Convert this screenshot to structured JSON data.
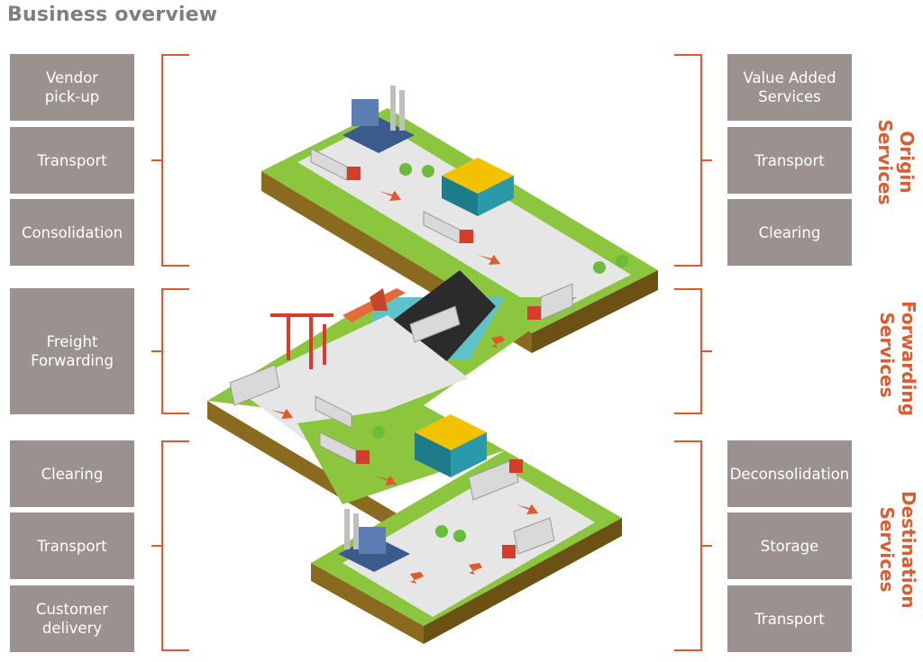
{
  "title": "Business overview",
  "colors": {
    "box": "#9b918e",
    "bracket": "#e05a2b",
    "label": "#e05a2b",
    "grass": "#8cc63f",
    "road": "#e6e6e6",
    "soil": "#8a6a1e",
    "water": "#5ec3c9"
  },
  "left_boxes": [
    "Vendor\npick-up",
    "Transport",
    "Consolidation",
    "Freight\nForwarding",
    "Clearing",
    "Transport",
    "Customer\ndelivery"
  ],
  "right_boxes": [
    "Value Added\nServices",
    "Transport",
    "Clearing",
    "Deconsolidation",
    "Storage",
    "Transport"
  ],
  "sections": [
    "Origin Services",
    "Forwarding\nServices",
    "Destination\nServices"
  ],
  "icons": [
    "factory-icon",
    "warehouse-icon",
    "truck-icon",
    "ship-icon",
    "crane-icon",
    "airplane-icon",
    "forklift-icon",
    "pallet-icon",
    "container-icon",
    "tree-icon",
    "arrow-icon"
  ]
}
